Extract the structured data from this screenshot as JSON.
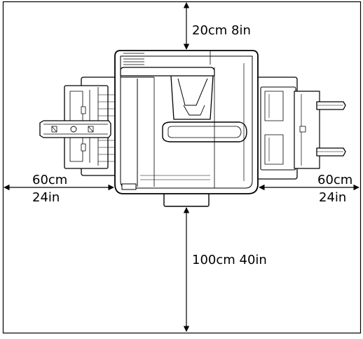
{
  "labels": {
    "top": "20cm 8in",
    "left_cm": "60cm",
    "left_in": "24in",
    "right_cm": "60cm",
    "right_in": "24in",
    "bottom": "100cm 40in"
  }
}
